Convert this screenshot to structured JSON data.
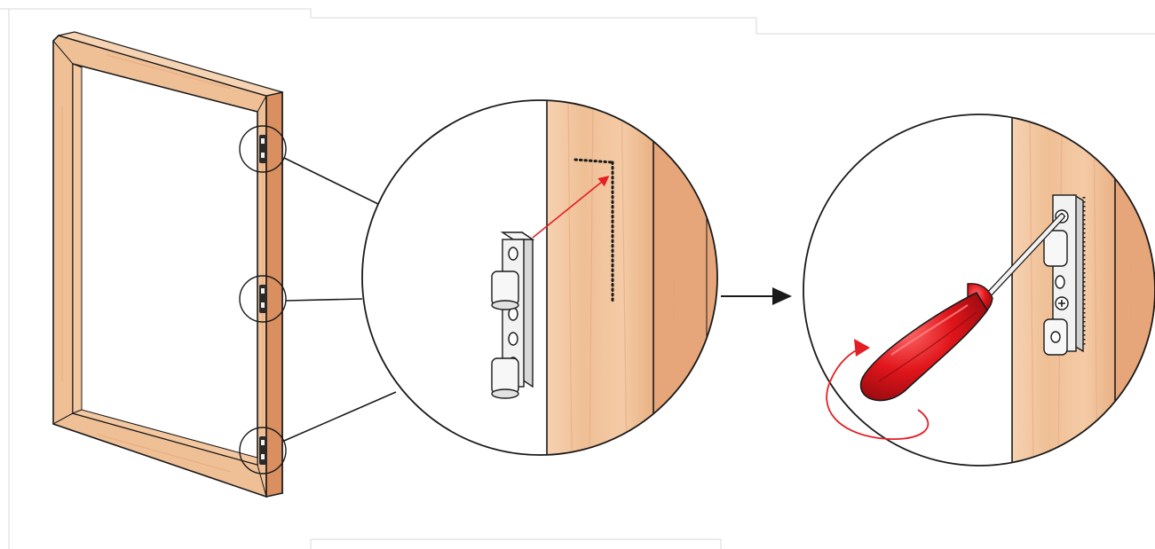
{
  "figure": {
    "kind": "hinge installation instruction",
    "steps": [
      {
        "id": "frame",
        "subject": "window-frame",
        "hinge_count": 3
      },
      {
        "id": "mark-position",
        "subject": "hinge-placement-on-frame"
      },
      {
        "id": "screw-fix",
        "subject": "fasten-hinge-with-screwdriver"
      }
    ],
    "colors": {
      "wood_light": "#f3c7a0",
      "wood_mid": "#e7a878",
      "wood_dark": "#d88f5d",
      "outline": "#1a1a1a",
      "arrow_red": "#e31e24",
      "screwdriver_red": "#d9141a",
      "hinge_metal": "#f2f2f2"
    },
    "icons": [
      "frame-icon",
      "hinge-icon",
      "arrow-right-icon",
      "screwdriver-icon",
      "rotation-arrow-icon"
    ]
  }
}
